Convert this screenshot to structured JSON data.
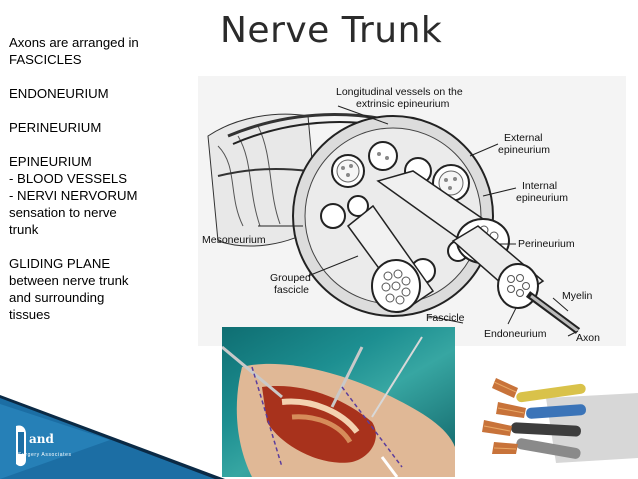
{
  "slide": {
    "title": "Nerve Trunk",
    "left_text": {
      "lines_1": [
        "Axons are arranged in",
        "FASCICLES"
      ],
      "line_endoneurium": "ENDONEURIUM",
      "line_perineurium": "PERINEURIUM",
      "lines_epineurium": [
        "EPINEURIUM",
        "- BLOOD VESSELS",
        "- NERVI NERVORUM",
        "sensation to nerve",
        "trunk"
      ],
      "lines_gliding": [
        "GLIDING PLANE",
        "between nerve trunk",
        "and surrounding",
        "tissues"
      ]
    }
  },
  "diagram": {
    "labels": {
      "longitudinal_1": "Longitudinal vessels on the",
      "longitudinal_2": "extrinsic epineurium",
      "external_1": "External",
      "external_2": "epineurium",
      "internal_1": "Internal",
      "internal_2": "epineurium",
      "mesoneurium": "Mesoneurium",
      "perineurium": "Perineurium",
      "grouped_1": "Grouped",
      "grouped_2": "fascicle",
      "myelin": "Myelin",
      "fascicle": "Fascicle",
      "endoneurium": "Endoneurium",
      "axon": "Axon"
    }
  },
  "logo": {
    "text": "and",
    "subtext": "Surgery Associates"
  },
  "colors": {
    "accent_blue": "#1f7fb4",
    "dark_navy": "#0b2a45",
    "title_color": "#2b2b2b"
  }
}
